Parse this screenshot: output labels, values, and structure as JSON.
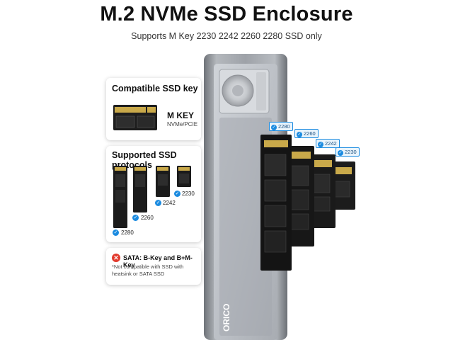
{
  "header": {
    "title": "M.2 NVMe SSD Enclosure",
    "subtitle": "Supports M Key  2230 2242 2260 2280 SSD only"
  },
  "compatible_key": {
    "title": "Compatible SSD key",
    "key_label": "M KEY",
    "key_sub": "NVMe/PCIE"
  },
  "protocols": {
    "title": "Supported SSD protocols",
    "sizes": [
      "2280",
      "2260",
      "2242",
      "2230"
    ]
  },
  "note": {
    "title": "SATA: B-Key and B+M-Key",
    "text": "*Not compatible with SSD with heatsink or SATA SSD"
  },
  "product": {
    "brand": "ORICO",
    "tags": [
      "2280",
      "2260",
      "2242",
      "2230"
    ]
  },
  "colors": {
    "accent": "#1b8be0",
    "error": "#e23b2e",
    "pcb": "#1a1a1a",
    "enclosure": "#8d9197"
  }
}
